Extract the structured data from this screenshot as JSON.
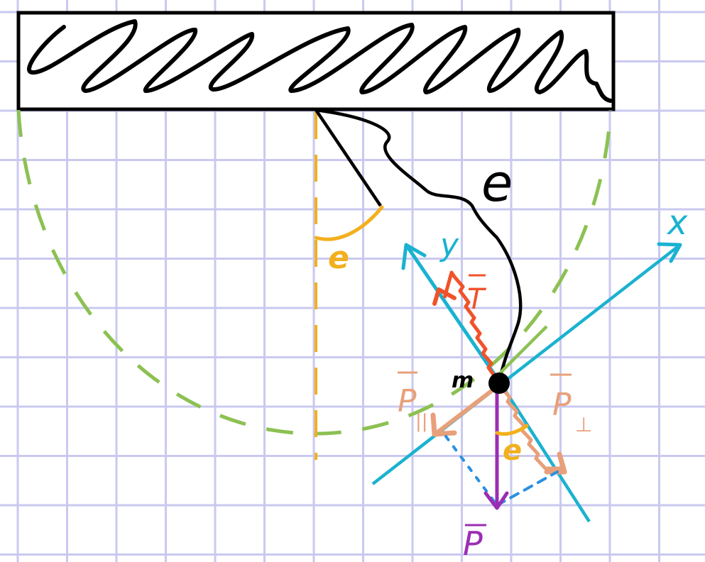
{
  "labels": {
    "length": "e",
    "angle_top": "e",
    "angle_bottom": "e",
    "axis_x": "x",
    "axis_y": "y",
    "tension": "T",
    "mass": "m",
    "p_parallel": "P",
    "p_parallel_sub": "||",
    "p_perp": "P",
    "p_perp_sub": "⊥",
    "weight": "P"
  },
  "colors": {
    "grid": "#c9c9f0",
    "ink": "#000000",
    "arc": "#8cc152",
    "vertical": "#f2b01e",
    "axes": "#1ab2d0",
    "tension": "#f0522a",
    "components": "#e8a07a",
    "weight": "#9b2db5",
    "dotted": "#2b8fe0"
  }
}
